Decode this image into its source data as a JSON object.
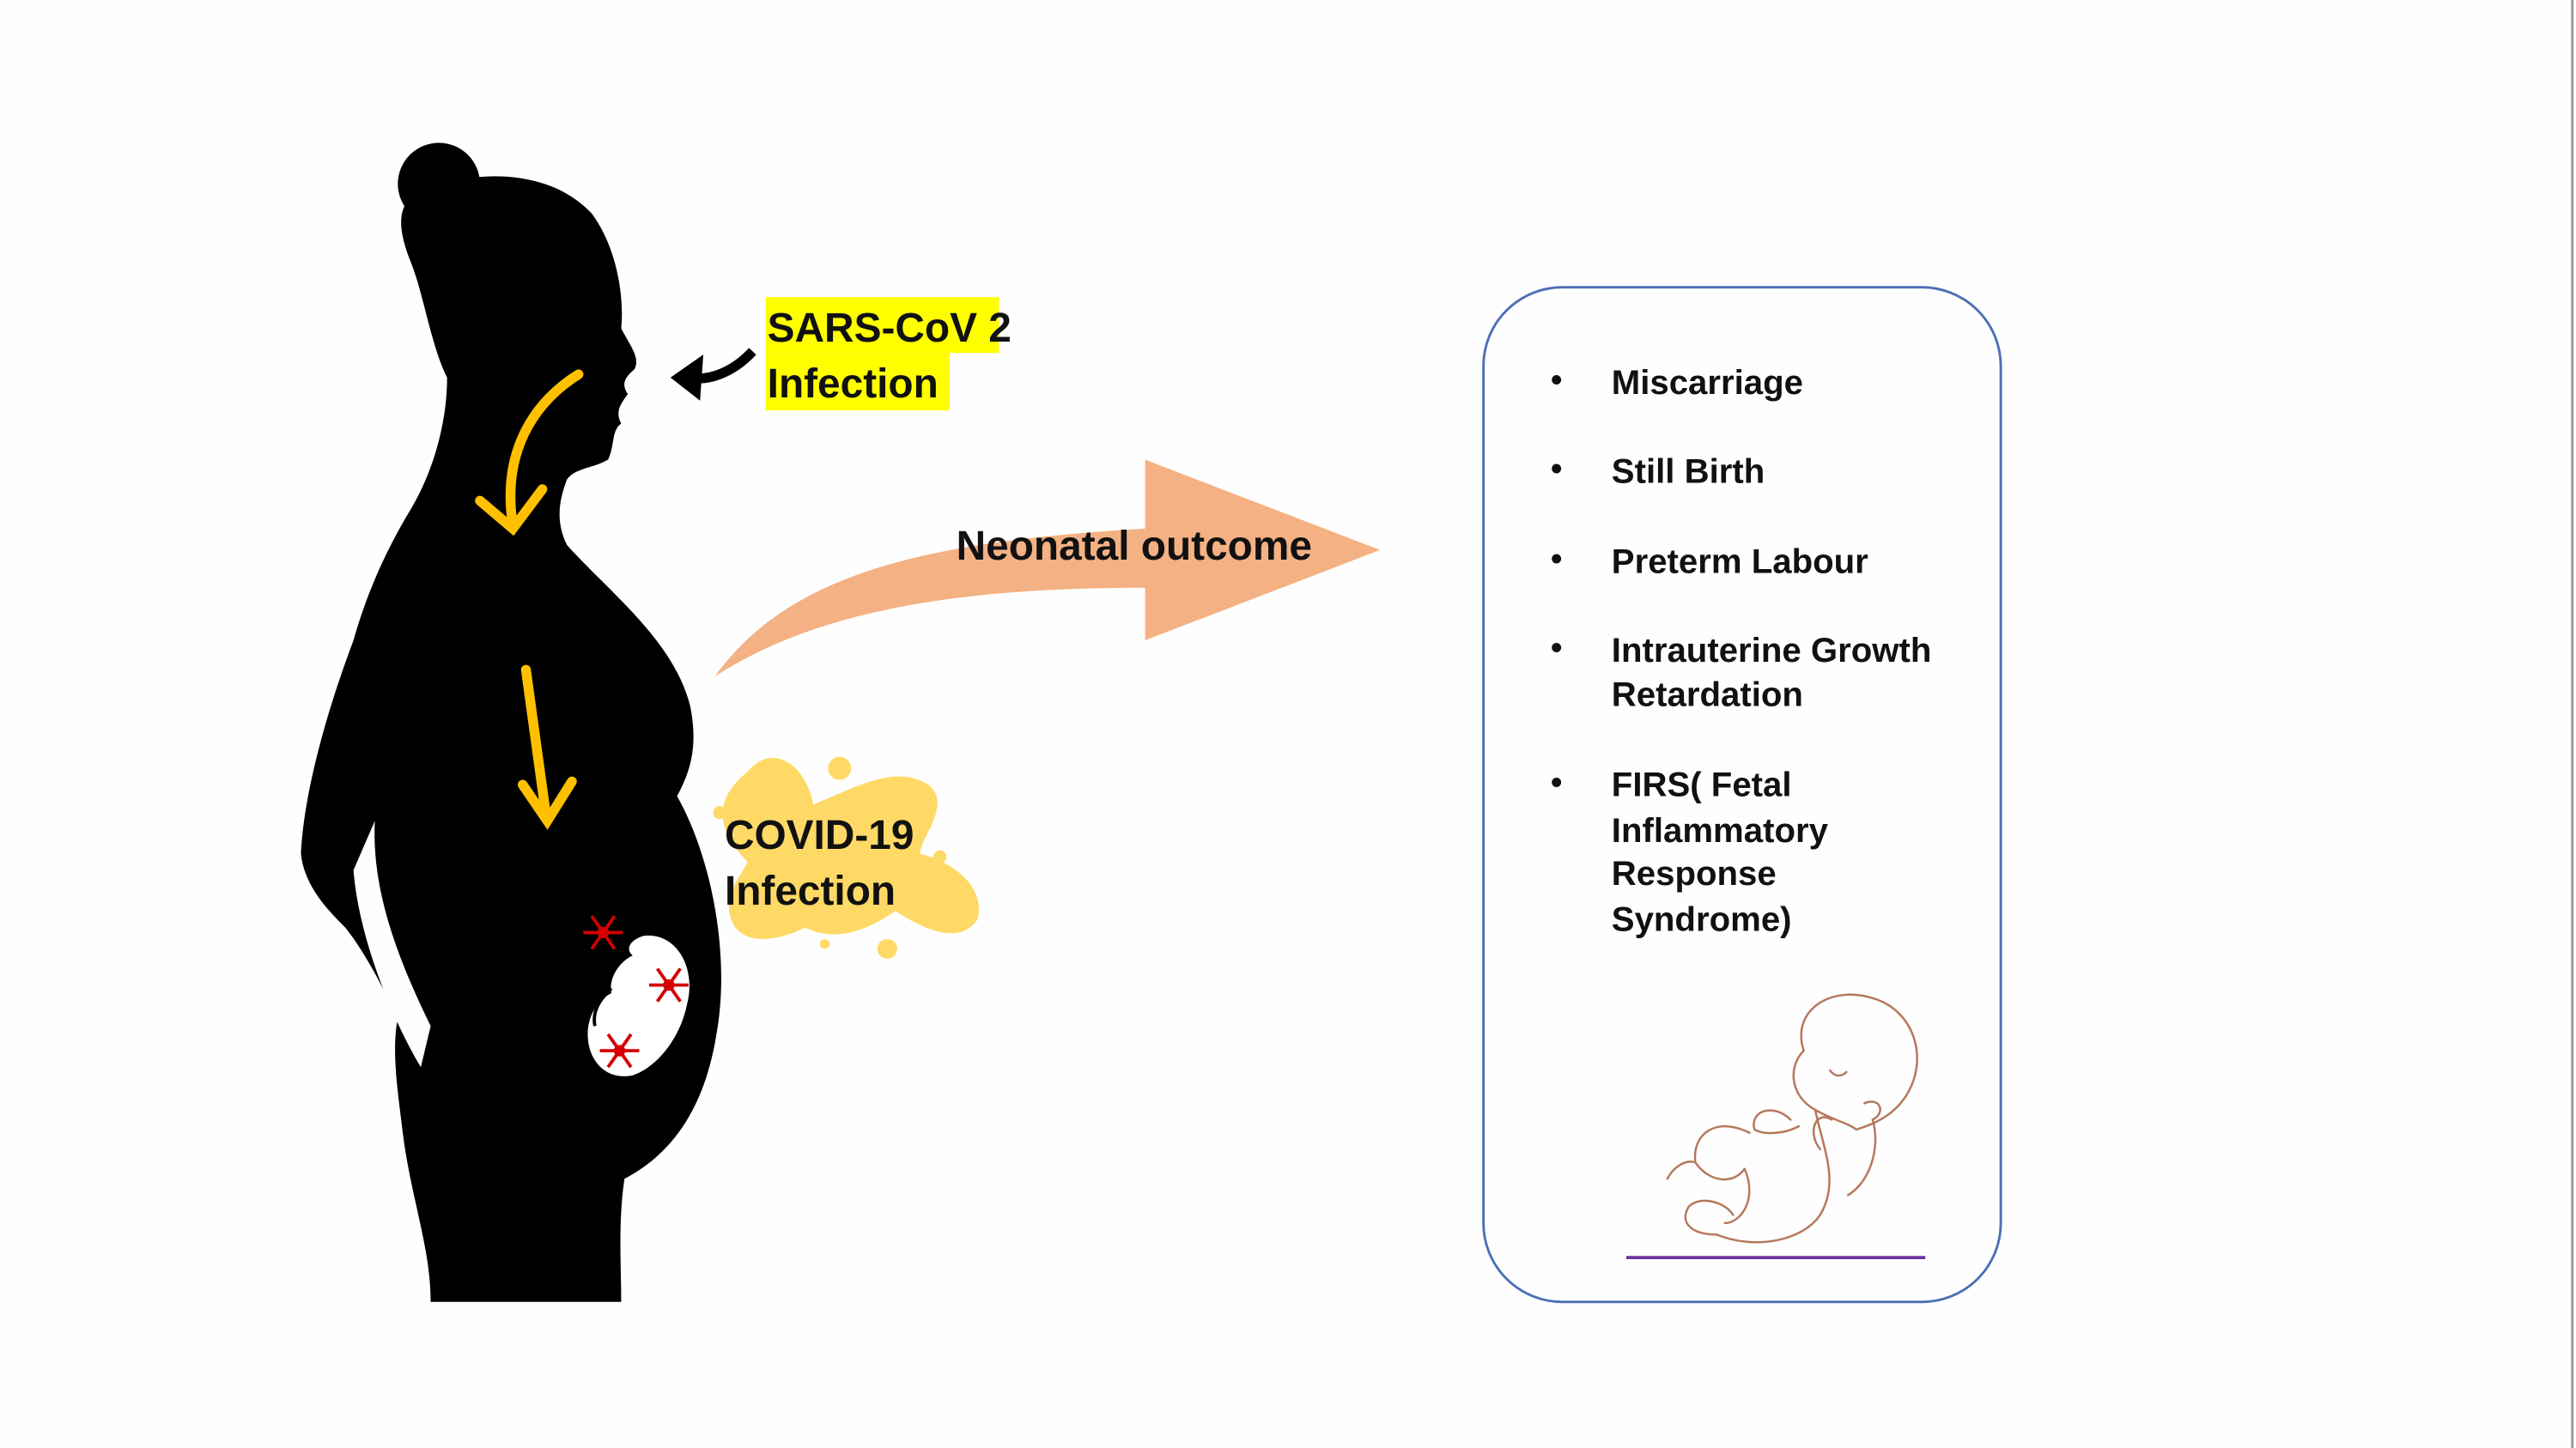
{
  "labels": {
    "sars": [
      "SARS-CoV 2",
      "Infection"
    ],
    "covid": [
      "COVID-19",
      "Infection"
    ],
    "neonatal": "Neonatal outcome"
  },
  "outcomes": [
    {
      "lines": [
        "Miscarriage"
      ]
    },
    {
      "lines": [
        "Still Birth"
      ]
    },
    {
      "lines": [
        "Preterm Labour"
      ]
    },
    {
      "lines": [
        "Intrauterine Growth",
        "Retardation"
      ]
    },
    {
      "lines": [
        "FIRS( Fetal",
        "Inflammatory",
        "Response",
        "Syndrome)"
      ]
    }
  ],
  "bullet": "•",
  "colors": {
    "highlight": "#ffff00",
    "arrow_orange": "#ffc000",
    "big_arrow": "#f4b183",
    "splash": "#ffd966",
    "box_border": "#4a6fb5",
    "baseline": "#7030a0",
    "virus": "#d40000",
    "baby_line": "#b5785a"
  }
}
